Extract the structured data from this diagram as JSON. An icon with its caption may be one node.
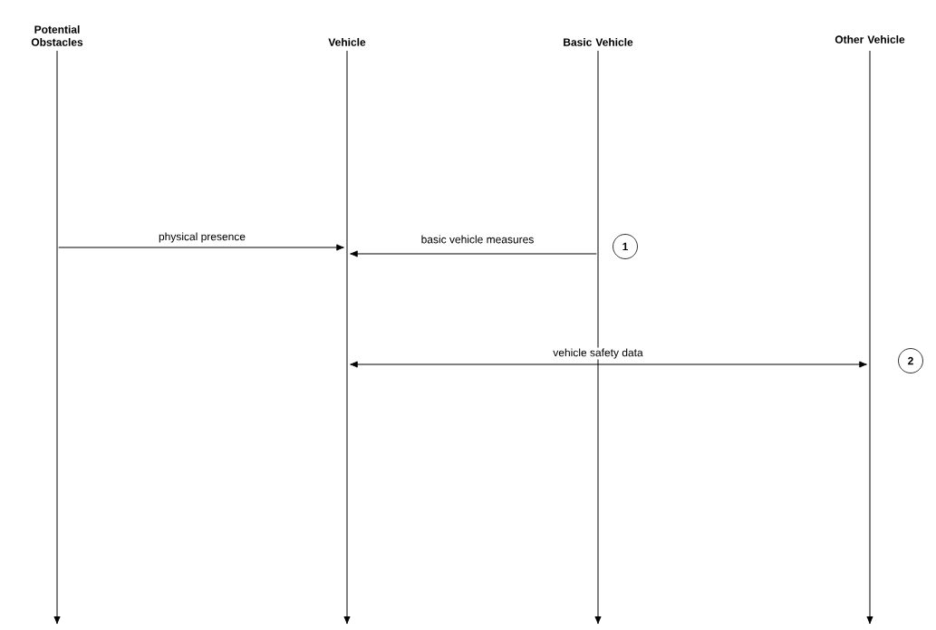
{
  "diagram": {
    "nodes": [
      {
        "text": [],
        "shape": "bar",
        "beside": [
          "Potential Obstacles"
        ]
      },
      {
        "text": [],
        "shape": "bar",
        "beside": [
          "Vehicle"
        ]
      },
      {
        "text": [],
        "shape": "bar",
        "beside": [
          "Basic Vehicle"
        ]
      },
      {
        "text": [],
        "shape": "bar",
        "beside": [
          "Other Vehicle"
        ]
      },
      {
        "text": [
          "1"
        ]
      },
      {
        "text": [
          "2"
        ]
      }
    ],
    "edges": [
      {
        "from": 0,
        "to": 1,
        "arrow": "to",
        "label": "physical presence"
      },
      {
        "from": 2,
        "to": 1,
        "arrow": "to",
        "label": "basic vehicle measures"
      },
      {
        "from": 1,
        "to": 3,
        "arrow": "both",
        "label": "vehicle safety data"
      }
    ]
  }
}
